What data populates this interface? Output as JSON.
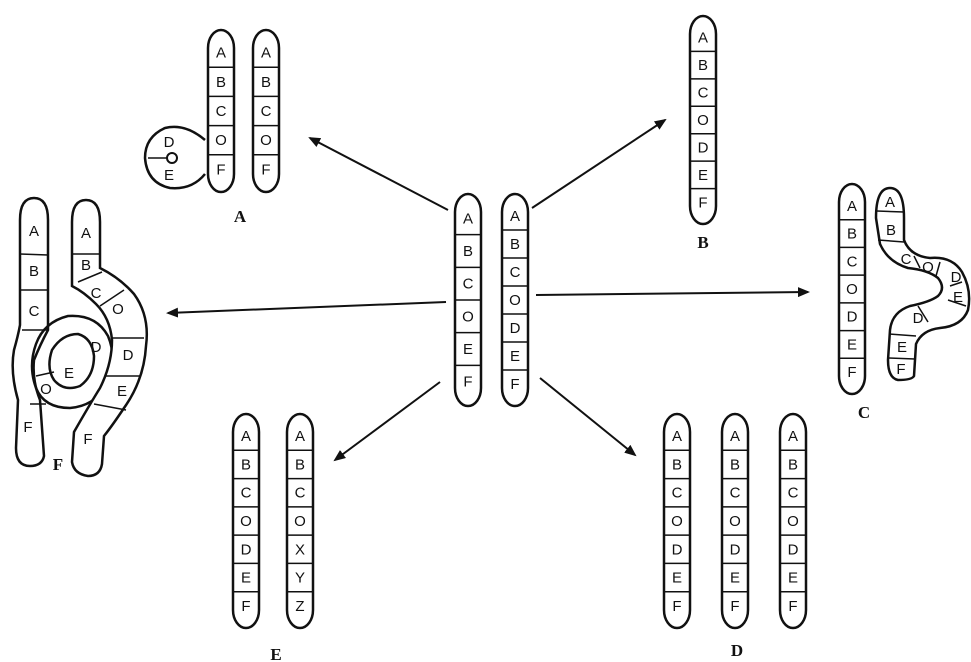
{
  "normal_pair": [
    [
      "A",
      "B",
      "C",
      "O",
      "E",
      "F"
    ],
    [
      "A",
      "B",
      "C",
      "O",
      "D",
      "E",
      "F"
    ]
  ],
  "panels": {
    "A": {
      "label": "A",
      "chromosome_left": [
        "A",
        "B",
        "C",
        "O",
        "F"
      ],
      "loop_genes": [
        "D",
        "E"
      ],
      "chromosome_right": [
        "A",
        "B",
        "C",
        "O",
        "F"
      ]
    },
    "B": {
      "label": "B",
      "chromosome": [
        "A",
        "B",
        "C",
        "O",
        "D",
        "E",
        "F"
      ]
    },
    "C": {
      "label": "C",
      "chromosome_straight": [
        "A",
        "B",
        "C",
        "O",
        "D",
        "E",
        "F"
      ],
      "chromosome_looped": [
        "A",
        "B",
        "C",
        "O",
        "D",
        "E",
        "D",
        "E",
        "F"
      ]
    },
    "D": {
      "label": "D",
      "chromosomes": [
        [
          "A",
          "B",
          "C",
          "O",
          "D",
          "E",
          "F"
        ],
        [
          "A",
          "B",
          "C",
          "O",
          "D",
          "E",
          "F"
        ],
        [
          "A",
          "B",
          "C",
          "O",
          "D",
          "E",
          "F"
        ]
      ]
    },
    "E": {
      "label": "E",
      "chromosome_left": [
        "A",
        "B",
        "C",
        "O",
        "D",
        "E",
        "F"
      ],
      "chromosome_right": [
        "A",
        "B",
        "C",
        "O",
        "X",
        "Y",
        "Z"
      ]
    },
    "F": {
      "label": "F",
      "chromosome_left": [
        "A",
        "B",
        "C",
        "O",
        "E",
        "F"
      ],
      "chromosome_right": [
        "A",
        "B",
        "C",
        "O",
        "D",
        "E",
        "F"
      ],
      "loop_genes": [
        "D"
      ]
    }
  }
}
